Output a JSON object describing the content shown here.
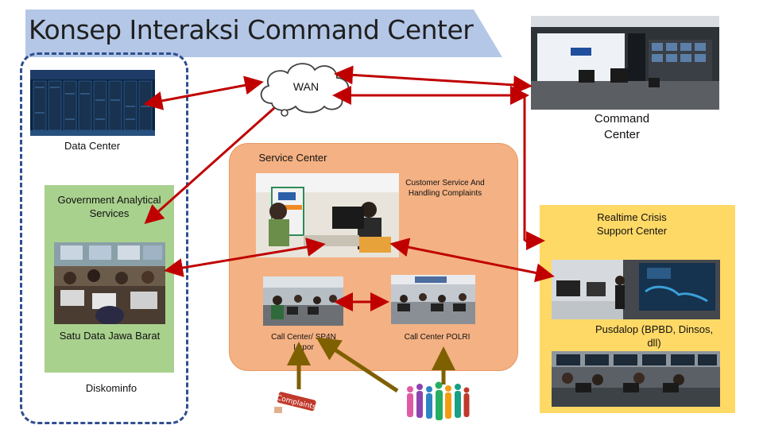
{
  "header": {
    "title": "Konsep Interaksi Command Center"
  },
  "nodes": {
    "wan": "WAN",
    "data_center": "Data Center",
    "command_center": "Command Center",
    "service_center": "Service Center",
    "government_analytical": "Government Analytical Services",
    "satu_data": "Satu Data Jawa Barat",
    "diskominfo": "Diskominfo",
    "customer_service": "Customer Service And Handling Complaints",
    "call_center_sp4n": "Call Center/ SP4N Lapor",
    "call_center_polri": "Call Center POLRI",
    "realtime_crisis": "Realtime Crisis Support Center",
    "pusdalop": "Pusdalop (BPBD, Dinsos, dll)"
  },
  "photos": {
    "complaints_sign": "Complaints"
  },
  "colors": {
    "title_band": "#b4c7e7",
    "arrow_red": "#c00000",
    "arrow_olive": "#7f6000",
    "green_panel": "#a9d18e",
    "orange_panel": "#f4b183",
    "yellow_panel": "#ffd966",
    "dashed_border": "#2f4f8f"
  }
}
